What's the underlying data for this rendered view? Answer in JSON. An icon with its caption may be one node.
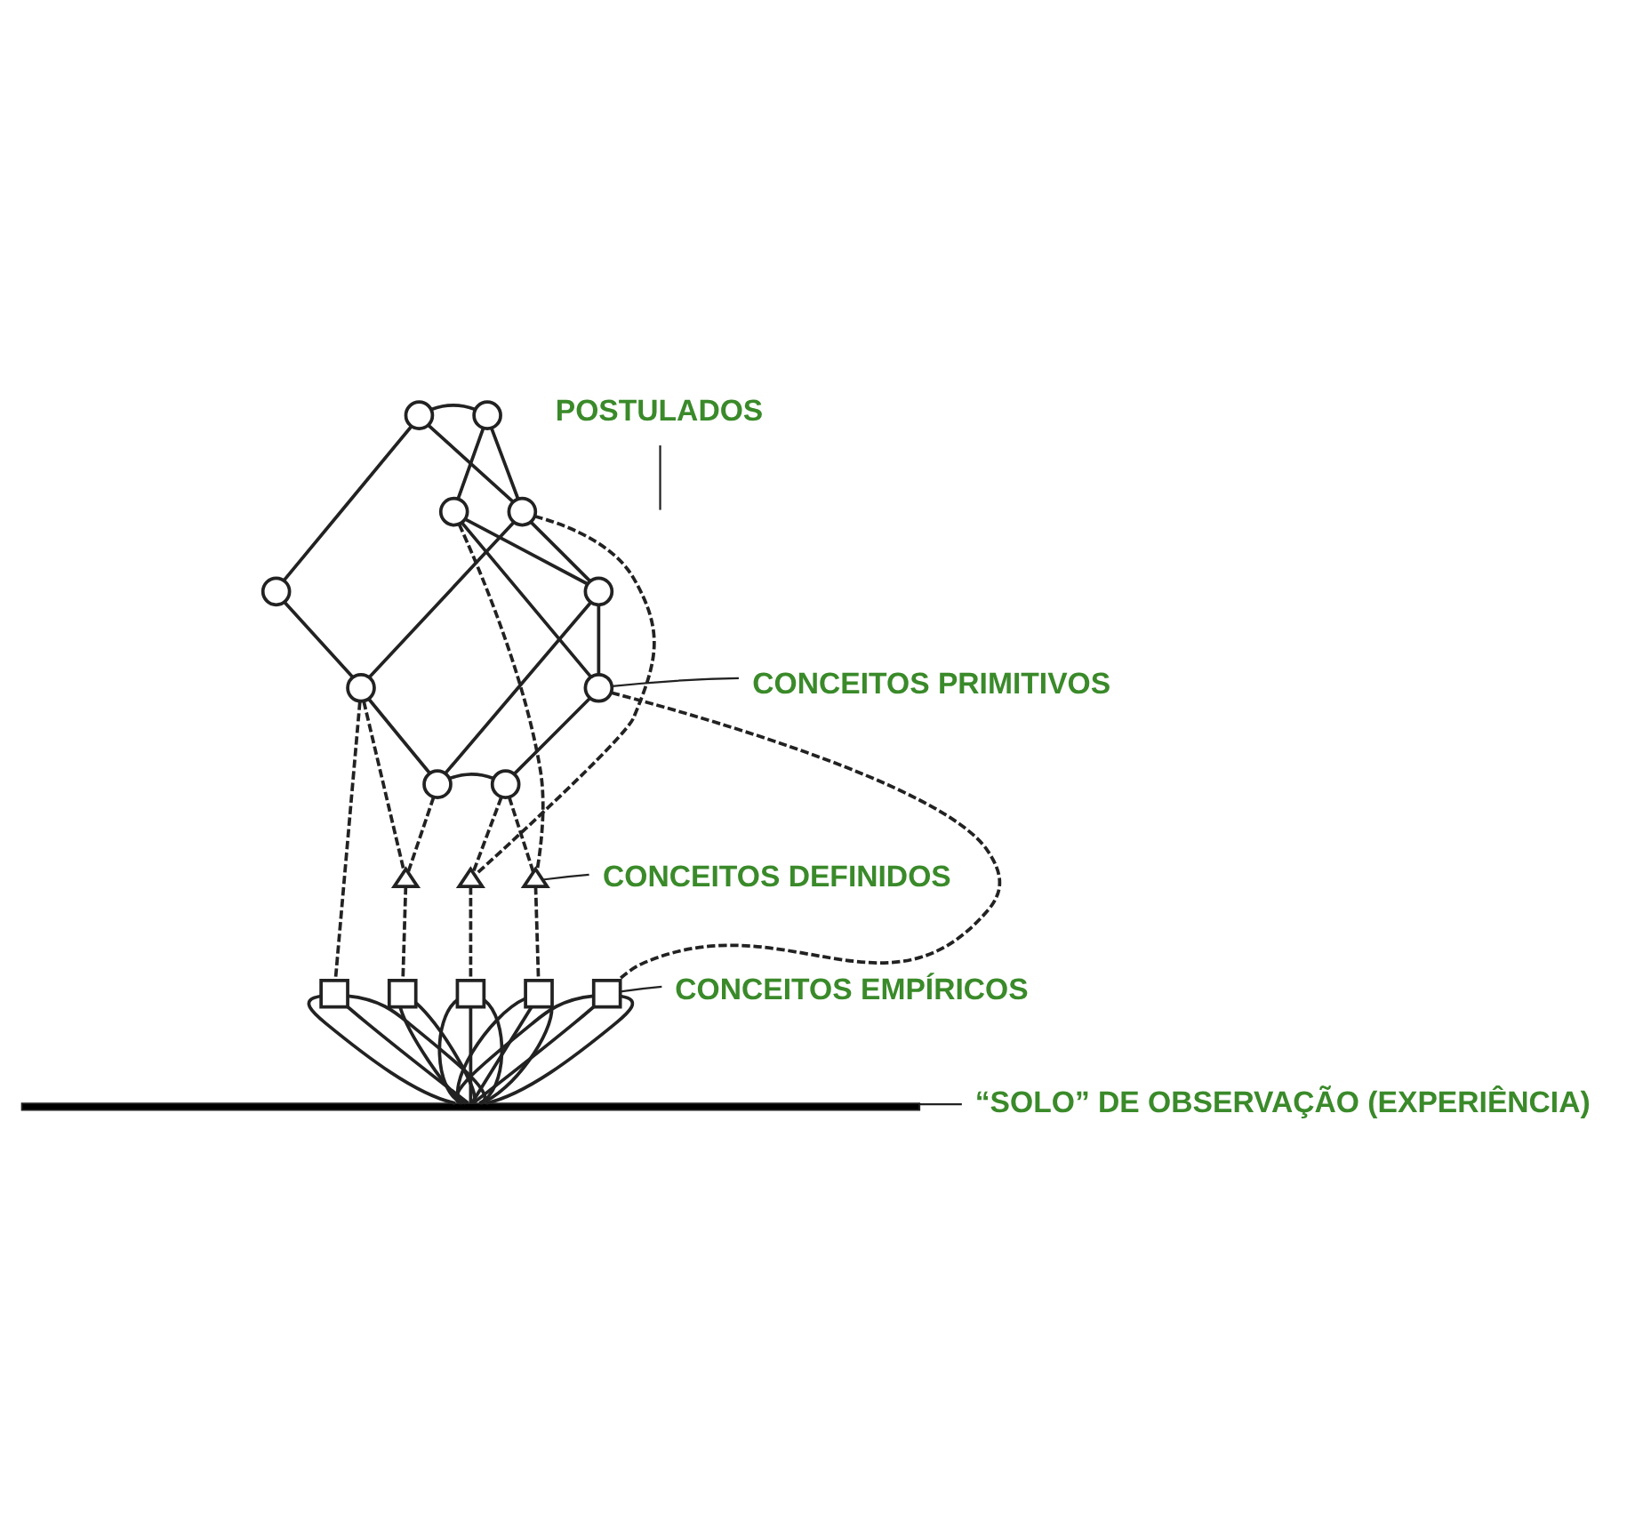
{
  "diagram": {
    "nodes": [
      {
        "text": [],
        "shape": "circle"
      },
      {
        "text": [],
        "shape": "circle"
      },
      {
        "text": [],
        "shape": "circle"
      },
      {
        "text": [],
        "shape": "circle"
      },
      {
        "text": [],
        "shape": "circle"
      },
      {
        "text": [],
        "shape": "circle"
      },
      {
        "text": [],
        "shape": "circle"
      },
      {
        "text": [],
        "shape": "circle"
      },
      {
        "text": [],
        "shape": "circle"
      },
      {
        "text": [],
        "shape": "circle"
      },
      {
        "text": [],
        "shape": "triangle"
      },
      {
        "text": [],
        "shape": "triangle"
      },
      {
        "text": [],
        "shape": "triangle"
      },
      {
        "text": [],
        "shape": "box"
      },
      {
        "text": [],
        "shape": "box"
      },
      {
        "text": [],
        "shape": "box"
      },
      {
        "text": [],
        "shape": "box"
      },
      {
        "text": [],
        "shape": "box"
      },
      {
        "text": [],
        "shape": "bar"
      },
      {
        "text": [
          "POSTULADOS"
        ]
      },
      {
        "text": [
          "CONCEITOS PRIMITIVOS"
        ]
      },
      {
        "text": [
          "CONCEITOS DEFINIDOS"
        ]
      },
      {
        "text": [
          "CONCEITOS EMPÍRICOS"
        ]
      },
      {
        "text": [
          "“SOLO” DE OBSERVAÇÃO (EXPERIÊNCIA)"
        ]
      }
    ],
    "edges": [
      {
        "from": 0,
        "to": 1,
        "arrow": "none"
      },
      {
        "from": 0,
        "to": 4,
        "arrow": "none"
      },
      {
        "from": 0,
        "to": 3,
        "arrow": "none"
      },
      {
        "from": 1,
        "to": 3,
        "arrow": "none"
      },
      {
        "from": 1,
        "to": 2,
        "arrow": "none"
      },
      {
        "from": 4,
        "to": 6,
        "arrow": "none"
      },
      {
        "from": 6,
        "to": 3,
        "arrow": "none"
      },
      {
        "from": 3,
        "to": 5,
        "arrow": "none"
      },
      {
        "from": 5,
        "to": 2,
        "arrow": "none"
      },
      {
        "from": 5,
        "to": 7,
        "arrow": "none"
      },
      {
        "from": 6,
        "to": 8,
        "arrow": "none"
      },
      {
        "from": 8,
        "to": 5,
        "arrow": "none"
      },
      {
        "from": 8,
        "to": 9,
        "arrow": "none"
      },
      {
        "from": 9,
        "to": 7,
        "arrow": "none"
      },
      {
        "from": 2,
        "to": 7,
        "arrow": "none"
      },
      {
        "from": 6,
        "to": 13,
        "arrow": "none",
        "style": "dashed"
      },
      {
        "from": 6,
        "to": 10,
        "arrow": "none",
        "style": "dashed"
      },
      {
        "from": 8,
        "to": 10,
        "arrow": "none",
        "style": "dashed"
      },
      {
        "from": 10,
        "to": 14,
        "arrow": "none",
        "style": "dashed"
      },
      {
        "from": 3,
        "to": 11,
        "arrow": "none",
        "style": "dashed"
      },
      {
        "from": 9,
        "to": 11,
        "arrow": "none",
        "style": "dashed"
      },
      {
        "from": 11,
        "to": 15,
        "arrow": "none",
        "style": "dashed"
      },
      {
        "from": 9,
        "to": 12,
        "arrow": "none",
        "style": "dashed"
      },
      {
        "from": 2,
        "to": 12,
        "arrow": "none",
        "style": "dashed"
      },
      {
        "from": 12,
        "to": 16,
        "arrow": "none",
        "style": "dashed"
      },
      {
        "from": 7,
        "to": 17,
        "arrow": "none",
        "style": "dashed"
      },
      {
        "from": 13,
        "to": 18,
        "arrow": "none"
      },
      {
        "from": 13,
        "to": 18,
        "arrow": "none"
      },
      {
        "from": 13,
        "to": 18,
        "arrow": "none"
      },
      {
        "from": 14,
        "to": 18,
        "arrow": "none"
      },
      {
        "from": 14,
        "to": 18,
        "arrow": "none"
      },
      {
        "from": 15,
        "to": 18,
        "arrow": "none"
      },
      {
        "from": 15,
        "to": 18,
        "arrow": "none"
      },
      {
        "from": 15,
        "to": 18,
        "arrow": "none"
      },
      {
        "from": 16,
        "to": 18,
        "arrow": "none"
      },
      {
        "from": 16,
        "to": 18,
        "arrow": "none"
      },
      {
        "from": 16,
        "to": 18,
        "arrow": "none"
      },
      {
        "from": 17,
        "to": 18,
        "arrow": "none"
      },
      {
        "from": 17,
        "to": 18,
        "arrow": "none"
      },
      {
        "from": 17,
        "to": 18,
        "arrow": "none"
      },
      {
        "from": 19,
        "to": null,
        "arrow": "none"
      },
      {
        "from": 20,
        "to": 7,
        "arrow": "none"
      },
      {
        "from": 21,
        "to": 12,
        "arrow": "none"
      },
      {
        "from": 22,
        "to": 17,
        "arrow": "none"
      },
      {
        "from": 23,
        "to": 18,
        "arrow": "none"
      }
    ]
  }
}
